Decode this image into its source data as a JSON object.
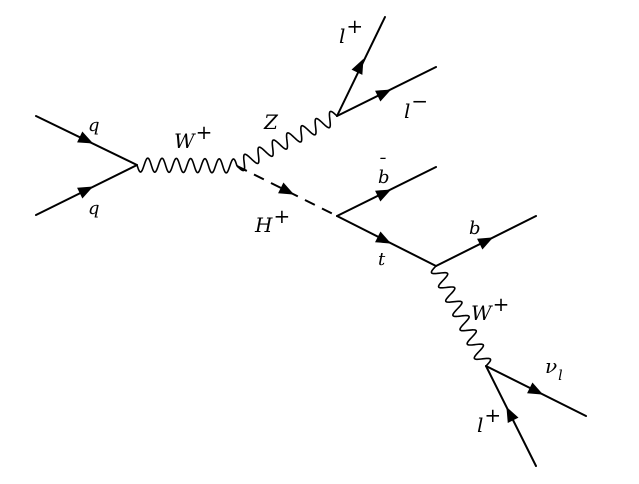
{
  "labels": {
    "q_upper": "q",
    "q_lower": "q",
    "W_plus_s_channel": {
      "base": "W",
      "sup": "+"
    },
    "Z": "Z",
    "l_plus_top": {
      "base": "l",
      "sup": "+"
    },
    "l_minus": {
      "base": "l",
      "sup": "−"
    },
    "H_plus": {
      "base": "H",
      "sup": "+"
    },
    "b_bar": {
      "base": "b",
      "bar": "¯"
    },
    "t": "t",
    "b": "b",
    "W_plus_decay": {
      "base": "W",
      "sup": "+"
    },
    "nu_l": {
      "base": "ν",
      "sub": "l"
    },
    "l_plus_bottom": {
      "base": "l",
      "sup": "+"
    }
  }
}
